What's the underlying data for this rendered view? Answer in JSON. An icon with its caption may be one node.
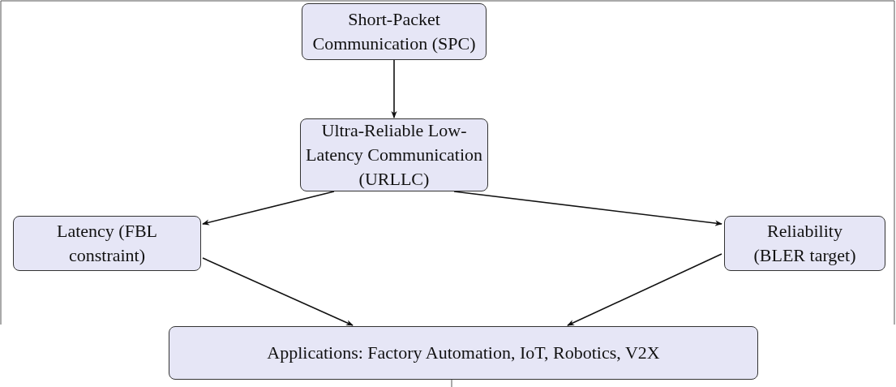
{
  "diagram": {
    "nodes": [
      {
        "text": [
          "Short-Packet Communication (SPC)"
        ]
      },
      {
        "text": [
          "Ultra-Reliable Low-Latency Communication (URLLC)"
        ]
      },
      {
        "text": [
          "Latency (FBL constraint)"
        ]
      },
      {
        "text": [
          "Reliability (BLER target)"
        ]
      },
      {
        "text": [
          "Applications: Factory Automation, IoT, Robotics, V2X"
        ]
      }
    ],
    "edges": [
      {
        "from": 0,
        "to": 1,
        "arrow": "to"
      },
      {
        "from": 1,
        "to": 2,
        "arrow": "to"
      },
      {
        "from": 1,
        "to": 3,
        "arrow": "to"
      },
      {
        "from": 2,
        "to": 4,
        "arrow": "to"
      },
      {
        "from": 3,
        "to": 4,
        "arrow": "to"
      }
    ]
  }
}
